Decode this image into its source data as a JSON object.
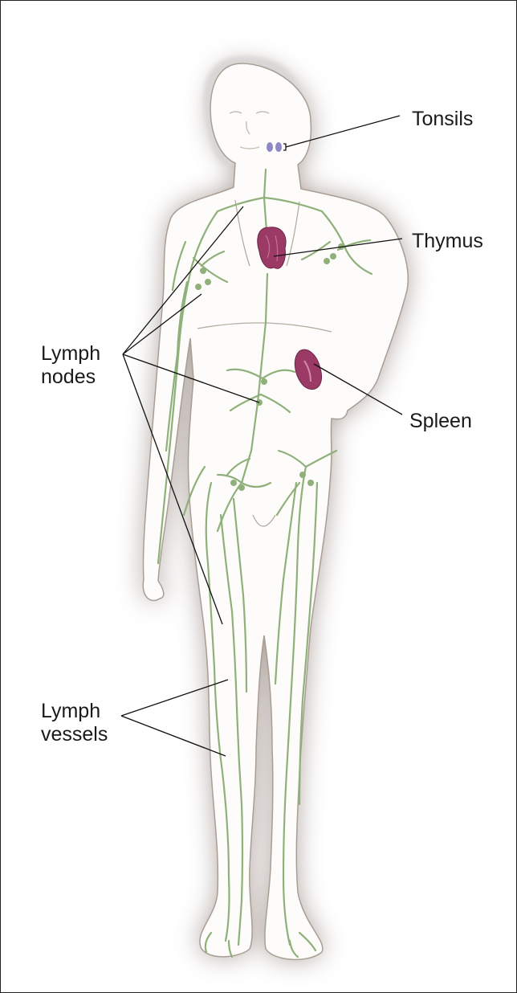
{
  "labels": {
    "tonsils": "Tonsils",
    "thymus": "Thymus",
    "spleen": "Spleen",
    "lymph_nodes_line1": "Lymph",
    "lymph_nodes_line2": "nodes",
    "lymph_vessels_line1": "Lymph",
    "lymph_vessels_line2": "vessels"
  },
  "colors": {
    "body_outline": "#a99e94",
    "body_fill": "#fdfcfa",
    "shadow": "#6e5a50",
    "lymph": "#8fb07a",
    "organ": "#9c3a66",
    "tonsil": "#8e89c6",
    "leader_line": "#111111"
  }
}
